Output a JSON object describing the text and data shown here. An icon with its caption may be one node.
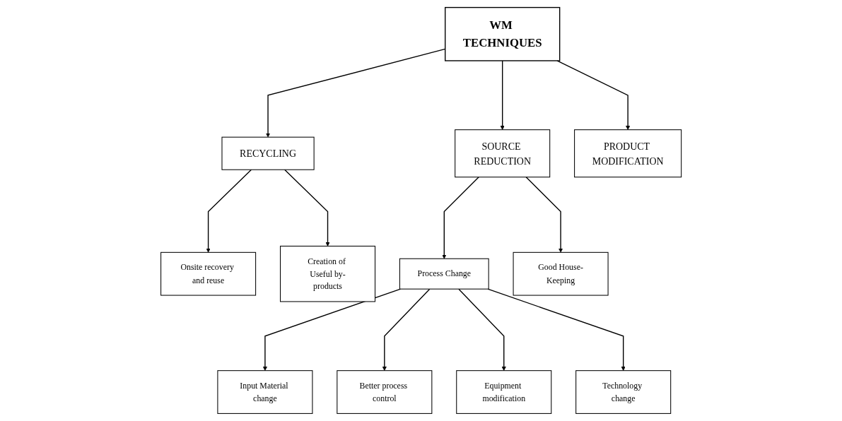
{
  "diagram": {
    "nodes": [
      {
        "text": [
          "WM TECHNIQUES"
        ]
      },
      {
        "text": [
          "RECYCLING"
        ]
      },
      {
        "text": [
          "SOURCE REDUCTION"
        ]
      },
      {
        "text": [
          "PRODUCT MODIFICATION"
        ]
      },
      {
        "text": [
          "Onsite recovery and reuse"
        ]
      },
      {
        "text": [
          "Creation of Useful by-products"
        ]
      },
      {
        "text": [
          "Process Change"
        ]
      },
      {
        "text": [
          "Good House-Keeping"
        ]
      },
      {
        "text": [
          "Input Material change"
        ]
      },
      {
        "text": [
          "Better process control"
        ]
      },
      {
        "text": [
          "Equipment modification"
        ]
      },
      {
        "text": [
          "Technology change"
        ]
      }
    ],
    "edges": [
      {
        "from": 0,
        "to": 1,
        "arrow": "to"
      },
      {
        "from": 0,
        "to": 2,
        "arrow": "to"
      },
      {
        "from": 0,
        "to": 3,
        "arrow": "to"
      },
      {
        "from": 1,
        "to": 4,
        "arrow": "to"
      },
      {
        "from": 1,
        "to": 5,
        "arrow": "to"
      },
      {
        "from": 2,
        "to": 6,
        "arrow": "to"
      },
      {
        "from": 2,
        "to": 7,
        "arrow": "to"
      },
      {
        "from": 6,
        "to": 8,
        "arrow": "to"
      },
      {
        "from": 6,
        "to": 9,
        "arrow": "to"
      },
      {
        "from": 6,
        "to": 10,
        "arrow": "to"
      },
      {
        "from": 6,
        "to": 11,
        "arrow": "to"
      }
    ]
  }
}
